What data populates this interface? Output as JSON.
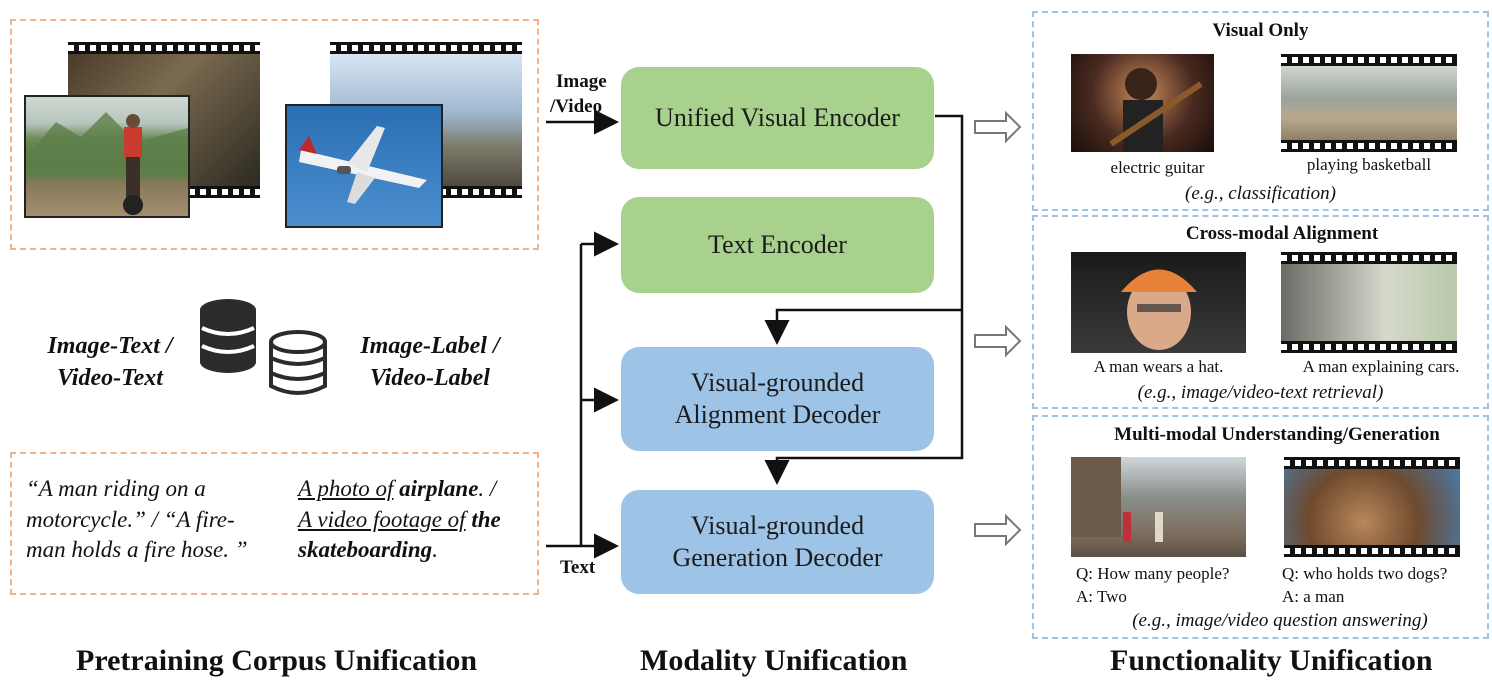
{
  "sections": {
    "pretraining": "Pretraining Corpus Unification",
    "modality": "Modality Unification",
    "functionality": "Functionality Unification"
  },
  "inputs": {
    "image_video": [
      "Image",
      "/Video"
    ],
    "text": "Text"
  },
  "corpus": {
    "left_label": [
      "Image-Text /",
      "Video-Text"
    ],
    "right_label": [
      "Image-Label /",
      "Video-Label"
    ],
    "caption_quote": [
      "“A man riding on a",
      "motorcycle.” / “A fire-",
      "man holds a fire hose. ”"
    ],
    "label_text": {
      "line1_prefix": "A photo of",
      "line1_bold": "airplane",
      "line1_suffix": ". /",
      "line2_prefix": "A video footage of",
      "line2_bold": "the",
      "line3_bold": "skateboarding",
      "line3_suffix": "."
    }
  },
  "modules": {
    "visual_encoder": "Unified Visual Encoder",
    "text_encoder": "Text Encoder",
    "alignment_decoder": [
      "Visual-grounded",
      "Alignment Decoder"
    ],
    "generation_decoder": [
      "Visual-grounded",
      "Generation Decoder"
    ]
  },
  "functions": {
    "visual_only": {
      "title": "Visual Only",
      "captions": [
        "electric guitar",
        "playing basketball"
      ],
      "example": "(e.g., classification)"
    },
    "cross_modal": {
      "title": "Cross-modal Alignment",
      "captions": [
        "A man wears a hat.",
        "A man explaining cars."
      ],
      "example": "(e.g., image/video-text retrieval)"
    },
    "multimodal": {
      "title": "Multi-modal Understanding/Generation",
      "qa_left": [
        "Q: How many people?",
        "A: Two"
      ],
      "qa_right": [
        "Q: who holds two dogs?",
        "A: a man"
      ],
      "example": "(e.g., image/video question answering)"
    }
  },
  "colors": {
    "encoder_green": "#a9d18e",
    "decoder_blue": "#9dc3e6",
    "corpus_border": "#f0b48a",
    "function_border": "#9ec3e6"
  }
}
